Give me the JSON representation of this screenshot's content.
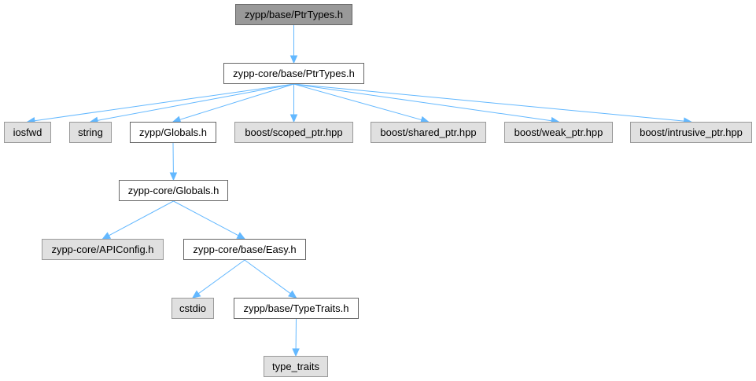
{
  "diagram": {
    "type": "include-dependency-graph",
    "edge_color": "#63b8ff",
    "nodes": [
      {
        "id": "root",
        "label": "zypp/base/PtrTypes.h",
        "style": "root"
      },
      {
        "id": "core_ptrtypes",
        "label": "zypp-core/base/PtrTypes.h",
        "style": "documented"
      },
      {
        "id": "iosfwd",
        "label": "iosfwd",
        "style": "external"
      },
      {
        "id": "string",
        "label": "string",
        "style": "external"
      },
      {
        "id": "zypp_globals",
        "label": "zypp/Globals.h",
        "style": "documented"
      },
      {
        "id": "scoped_ptr",
        "label": "boost/scoped_ptr.hpp",
        "style": "external"
      },
      {
        "id": "shared_ptr",
        "label": "boost/shared_ptr.hpp",
        "style": "external"
      },
      {
        "id": "weak_ptr",
        "label": "boost/weak_ptr.hpp",
        "style": "external"
      },
      {
        "id": "intrusive_ptr",
        "label": "boost/intrusive_ptr.hpp",
        "style": "external"
      },
      {
        "id": "core_globals",
        "label": "zypp-core/Globals.h",
        "style": "documented"
      },
      {
        "id": "apiconfig",
        "label": "zypp-core/APIConfig.h",
        "style": "external"
      },
      {
        "id": "easy",
        "label": "zypp-core/base/Easy.h",
        "style": "documented"
      },
      {
        "id": "cstdio",
        "label": "cstdio",
        "style": "external"
      },
      {
        "id": "typetraits_h",
        "label": "zypp/base/TypeTraits.h",
        "style": "documented"
      },
      {
        "id": "type_traits",
        "label": "type_traits",
        "style": "external"
      }
    ],
    "edges": [
      [
        "root",
        "core_ptrtypes"
      ],
      [
        "core_ptrtypes",
        "iosfwd"
      ],
      [
        "core_ptrtypes",
        "string"
      ],
      [
        "core_ptrtypes",
        "zypp_globals"
      ],
      [
        "core_ptrtypes",
        "scoped_ptr"
      ],
      [
        "core_ptrtypes",
        "shared_ptr"
      ],
      [
        "core_ptrtypes",
        "weak_ptr"
      ],
      [
        "core_ptrtypes",
        "intrusive_ptr"
      ],
      [
        "zypp_globals",
        "core_globals"
      ],
      [
        "core_globals",
        "apiconfig"
      ],
      [
        "core_globals",
        "easy"
      ],
      [
        "easy",
        "cstdio"
      ],
      [
        "easy",
        "typetraits_h"
      ],
      [
        "typetraits_h",
        "type_traits"
      ]
    ]
  }
}
